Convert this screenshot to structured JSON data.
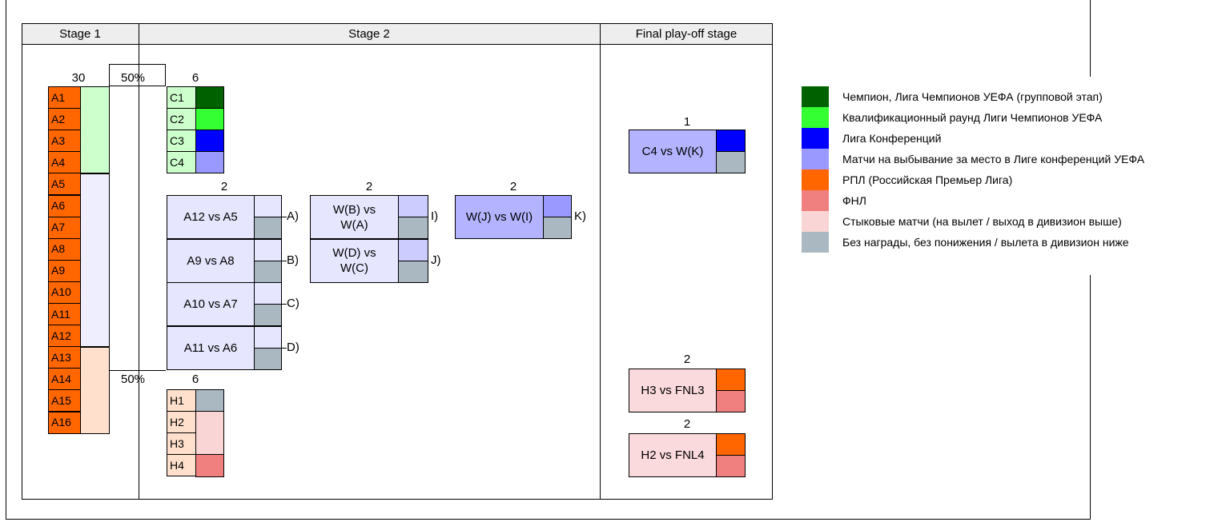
{
  "colors": {
    "champion": "#006100",
    "cl_qual": "#33ff33",
    "conference": "#0000ff",
    "conf_playoff": "#9999ff",
    "rpl": "#ff6600",
    "fnl": "#f08080",
    "playoff_light": "#f9d5d5",
    "none": "#aab8c2",
    "stage1_green": "#ccffcc",
    "stage1_lavender": "#eeeeff",
    "stage1_peach": "#ffe0cc",
    "box_lavender": "#e6e6ff",
    "final_box": "#b3b3ff",
    "pink_box": "#fadadd"
  },
  "headers": {
    "stage1": "Stage 1",
    "stage2": "Stage 2",
    "final": "Final play-off stage"
  },
  "stage1": {
    "count": "30",
    "teams": [
      "A1",
      "A2",
      "A3",
      "A4",
      "A5",
      "A6",
      "A7",
      "A8",
      "A9",
      "A10",
      "A11",
      "A12",
      "A13",
      "A14",
      "A15",
      "A16"
    ]
  },
  "split": {
    "top_pct": "50%",
    "bottom_pct": "50%"
  },
  "championship_group": {
    "count": "6",
    "teams": [
      "C1",
      "C2",
      "C3",
      "C4"
    ]
  },
  "relegation_group": {
    "count": "6",
    "teams": [
      "H1",
      "H2",
      "H3",
      "H4"
    ]
  },
  "round1": {
    "count": "2",
    "matches": [
      {
        "label": "A12 vs A5",
        "tag": "A)"
      },
      {
        "label": "A9 vs A8",
        "tag": "B)"
      },
      {
        "label": "A10 vs A7",
        "tag": "C)"
      },
      {
        "label": "A11 vs A6",
        "tag": "D)"
      }
    ]
  },
  "round2": {
    "count": "2",
    "matches": [
      {
        "label": "W(B) vs W(A)",
        "tag": "I)"
      },
      {
        "label": "W(D) vs W(C)",
        "tag": "J)"
      }
    ]
  },
  "round3": {
    "count": "2",
    "matches": [
      {
        "label": "W(J) vs W(I)",
        "tag": "K)"
      }
    ]
  },
  "final_stage": {
    "top": {
      "count": "1",
      "label": "C4 vs W(K)"
    },
    "promo1": {
      "count": "2",
      "label": "H3 vs FNL3"
    },
    "promo2": {
      "count": "2",
      "label": "H2 vs FNL4"
    }
  },
  "legend": [
    {
      "color": "#006100",
      "label": "Чемпион, Лига Чемпионов УЕФА (групповой этап)"
    },
    {
      "color": "#33ff33",
      "label": "Квалификационный раунд Лиги Чемпионов УЕФА"
    },
    {
      "color": "#0000ff",
      "label": "Лига Конференций"
    },
    {
      "color": "#9999ff",
      "label": "Матчи на выбывание за место в Лиге конференций УЕФА"
    },
    {
      "color": "#ff6600",
      "label": "РПЛ (Российская Премьер Лига)"
    },
    {
      "color": "#f08080",
      "label": "ФНЛ"
    },
    {
      "color": "#f9d5d5",
      "label": "Стыковые матчи (на вылет / выход в дивизион выше)"
    },
    {
      "color": "#aab8c2",
      "label": "Без награды, без понижения / вылета в дивизион ниже"
    }
  ]
}
